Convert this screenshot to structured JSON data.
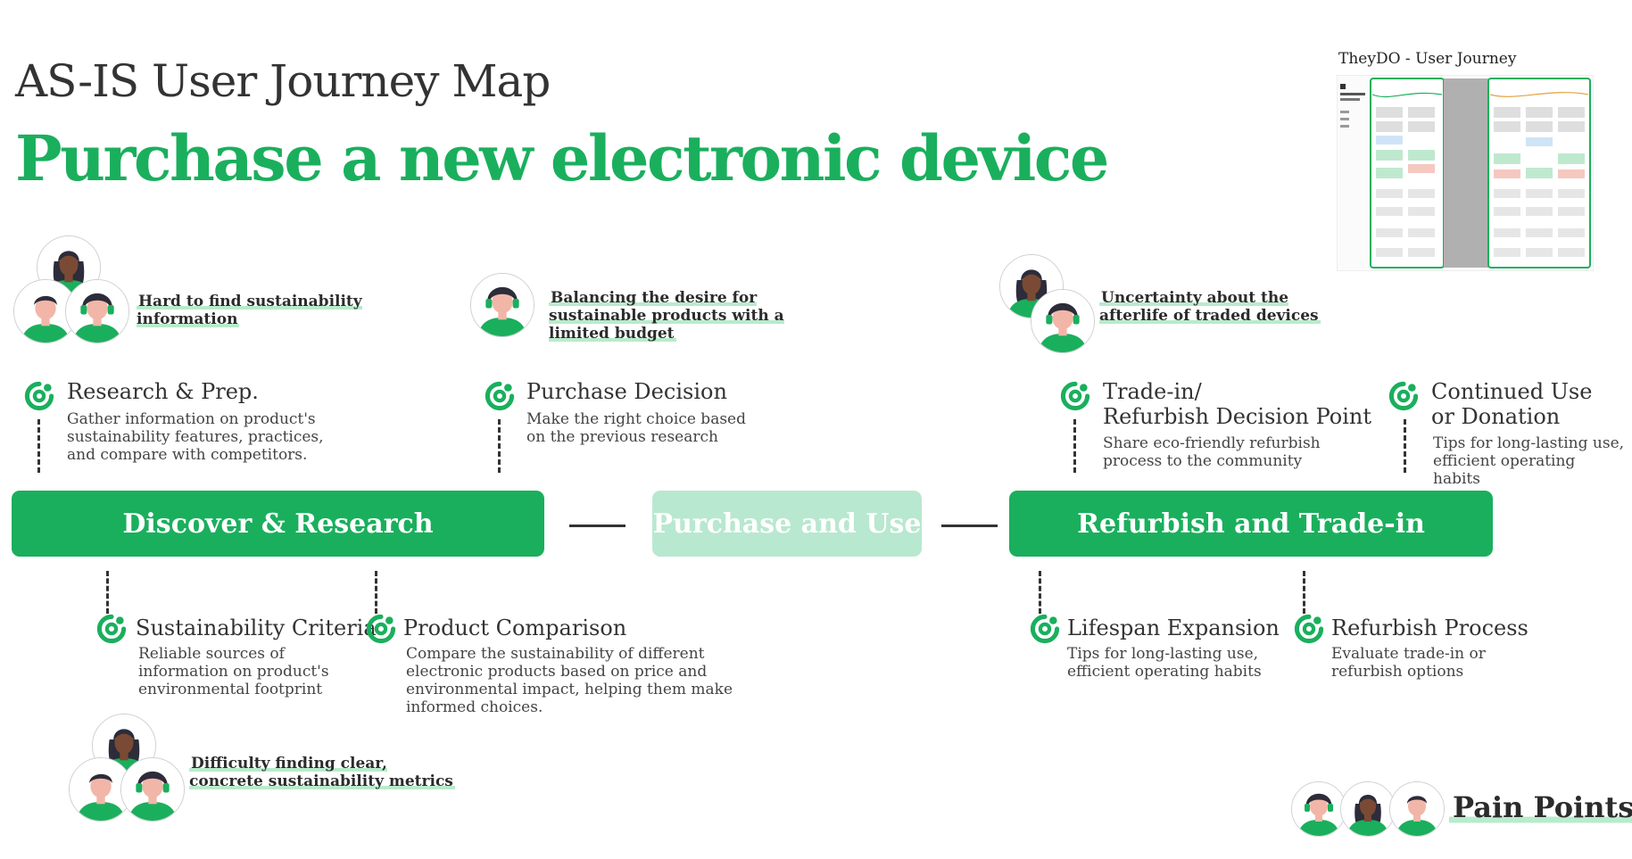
{
  "header": {
    "subtitle": "AS-IS User Journey Map",
    "title": "Purchase a new electronic device"
  },
  "thumbnail": {
    "label": "TheyDO - User Journey"
  },
  "pain_points": {
    "p1": "Hard to find sustainability information",
    "p2": "Balancing the desire for sustainable products with a limited budget",
    "p3": "Uncertainty about the afterlife of traded devices",
    "p4": "Difficulty finding clear, concrete sustainability metrics"
  },
  "steps": {
    "research": {
      "title": "Research & Prep.",
      "desc": "Gather information on product's sustainability features, practices, and compare with competitors."
    },
    "decision": {
      "title": "Purchase Decision",
      "desc": "Make the right choice based on the previous research"
    },
    "tradein": {
      "title1": "Trade-in/",
      "title2": "Refurbish Decision Point",
      "desc": "Share eco-friendly refurbish process to the community"
    },
    "continued": {
      "title1": "Continued Use",
      "title2": "or Donation",
      "desc": "Tips for long-lasting use, efficient operating habits"
    },
    "criteria": {
      "title": "Sustainability Criteria",
      "desc": "Reliable sources of information on product's environmental footprint"
    },
    "comparison": {
      "title": "Product Comparison",
      "desc": "Compare the sustainability of different electronic products based on price and environmental impact, helping them  make informed choices."
    },
    "lifespan": {
      "title": "Lifespan Expansion",
      "desc": "Tips for long-lasting use, efficient operating habits"
    },
    "refurbish": {
      "title": "Refurbish Process",
      "desc": "Evaluate trade-in or refurbish options"
    }
  },
  "phases": {
    "discover": "Discover & Research",
    "purchase": "Purchase and Use",
    "refurbish": "Refurbish and Trade-in"
  },
  "legend": {
    "label": "Pain Points"
  },
  "colors": {
    "accent": "#1aaf5d",
    "accent_light": "#b8e8cf",
    "highlight": "#b8ebcb"
  }
}
